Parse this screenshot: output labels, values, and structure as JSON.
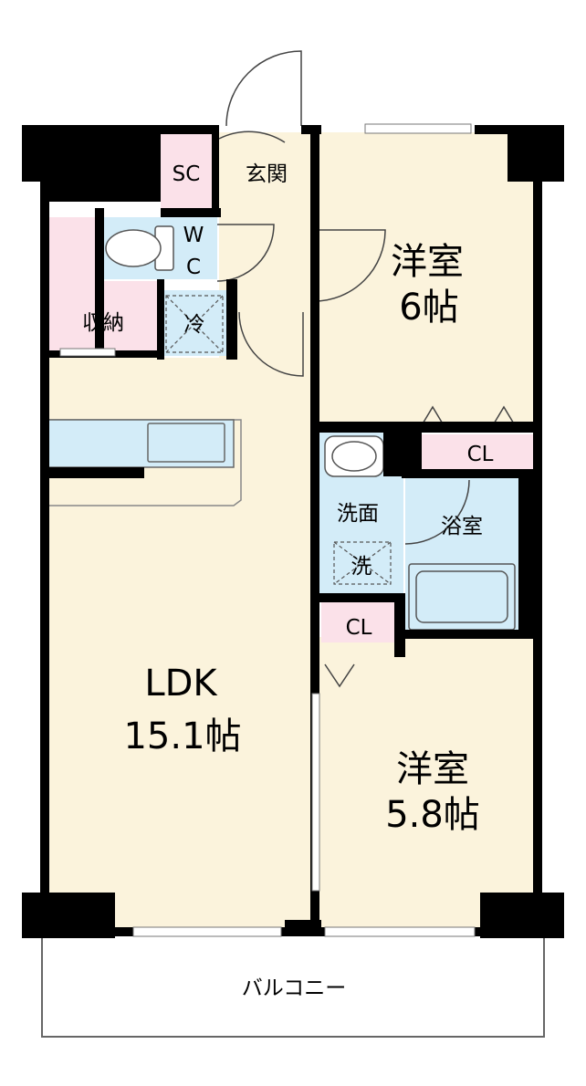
{
  "colors": {
    "room": "#fbf3dc",
    "wet": "#d3ecf8",
    "storage": "#fbe1e9",
    "wall": "#000000",
    "balcony": "#ffffff"
  },
  "icons": {
    "toilet": "toilet-icon",
    "sink": "wash-basin-icon",
    "bathtub": "bathtub-icon",
    "kitchen": "kitchen-counter-icon",
    "fridge": "refrigerator-space-icon",
    "washer": "washing-machine-space-icon"
  },
  "rooms": {
    "sc": "SC",
    "genkan": "玄関",
    "wc_line1": "W",
    "wc_line2": "C",
    "shuno": "収納",
    "fridge": "冷",
    "western1_name": "洋室",
    "western1_size": "6帖",
    "cl_upper": "CL",
    "senmen": "洗面",
    "washer": "洗",
    "bath": "浴室",
    "cl_lower": "CL",
    "ldk_name": "LDK",
    "ldk_size": "15.1帖",
    "western2_name": "洋室",
    "western2_size": "5.8帖",
    "balcony": "バルコニー"
  }
}
